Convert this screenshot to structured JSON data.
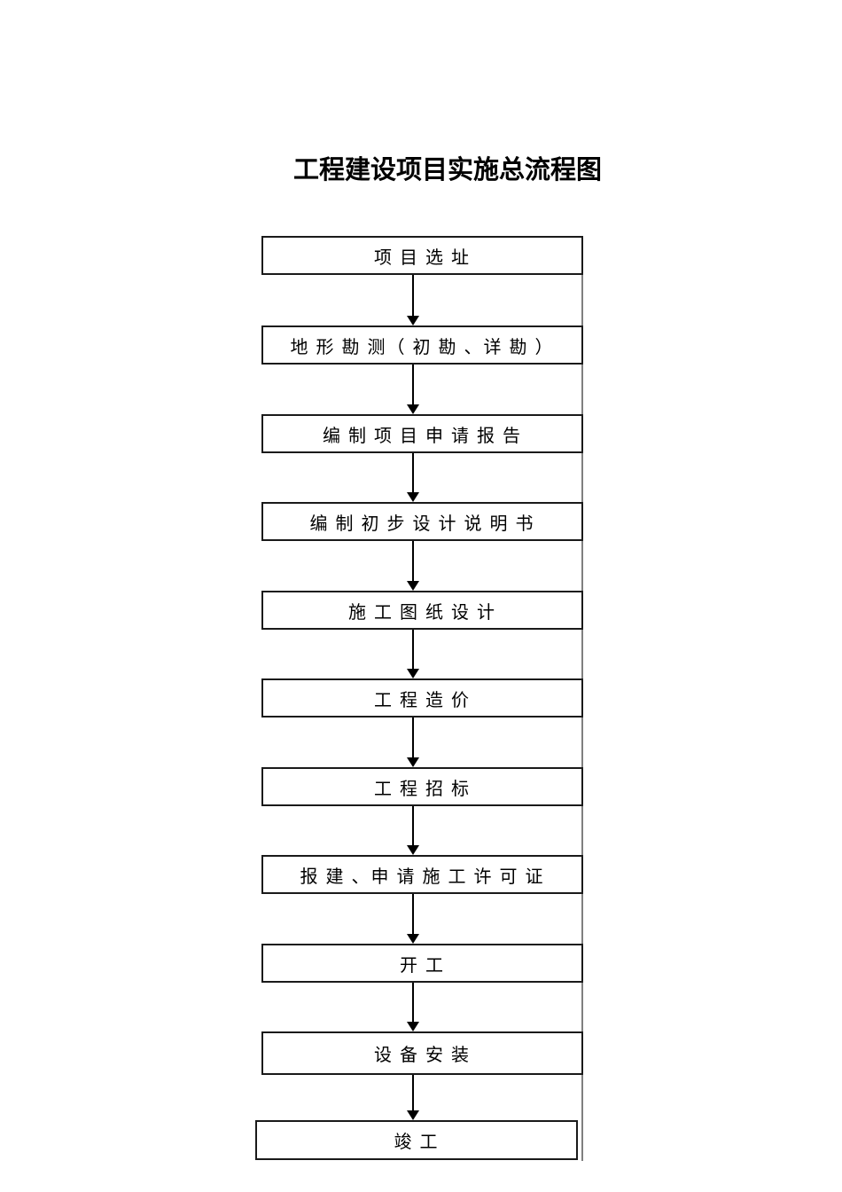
{
  "page": {
    "title": "工程建设项目实施总流程图",
    "background_color": "#ffffff"
  },
  "colors": {
    "box_border": "#1a1a1a",
    "arrow": "#000000",
    "right_guide_line": "#808080",
    "text": "#000000"
  },
  "flowchart": {
    "direction": "top-down",
    "steps": [
      {
        "label": "项 目 选 址"
      },
      {
        "label": "地 形 勘 测（ 初 勘 、详 勘 ）"
      },
      {
        "label": "编 制 项 目 申 请 报 告"
      },
      {
        "label": "编 制 初 步 设 计 说 明 书"
      },
      {
        "label": "施 工 图 纸 设 计"
      },
      {
        "label": "工 程 造 价"
      },
      {
        "label": "工 程 招 标"
      },
      {
        "label": "报 建 、申 请 施 工 许 可 证"
      },
      {
        "label": "开 工"
      },
      {
        "label": "设 备 安 装"
      },
      {
        "label": "竣 工"
      }
    ]
  }
}
